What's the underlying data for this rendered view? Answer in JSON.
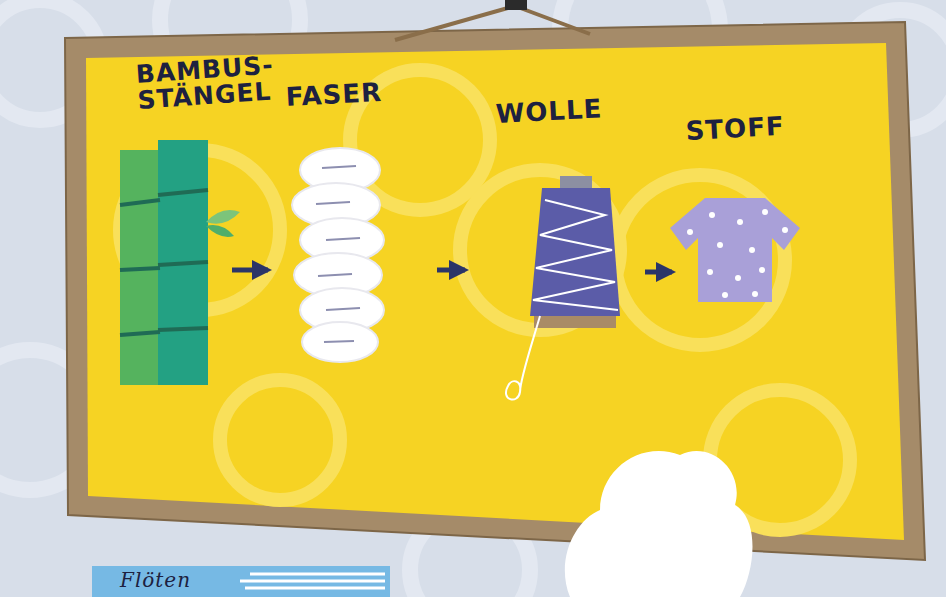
{
  "diagram": {
    "nodes": [
      {
        "text": [
          "BAMBUS- STÄNGEL"
        ]
      },
      {
        "text": [
          "FASER"
        ]
      },
      {
        "text": [
          "WOLLE"
        ]
      },
      {
        "text": [
          "STOFF"
        ]
      },
      {
        "text": [
          "Flöten"
        ]
      }
    ],
    "edges": [
      {
        "from": 0,
        "to": 1,
        "arrow": "to"
      },
      {
        "from": 1,
        "to": 2,
        "arrow": "to"
      },
      {
        "from": 2,
        "to": 3,
        "arrow": "to"
      }
    ]
  }
}
